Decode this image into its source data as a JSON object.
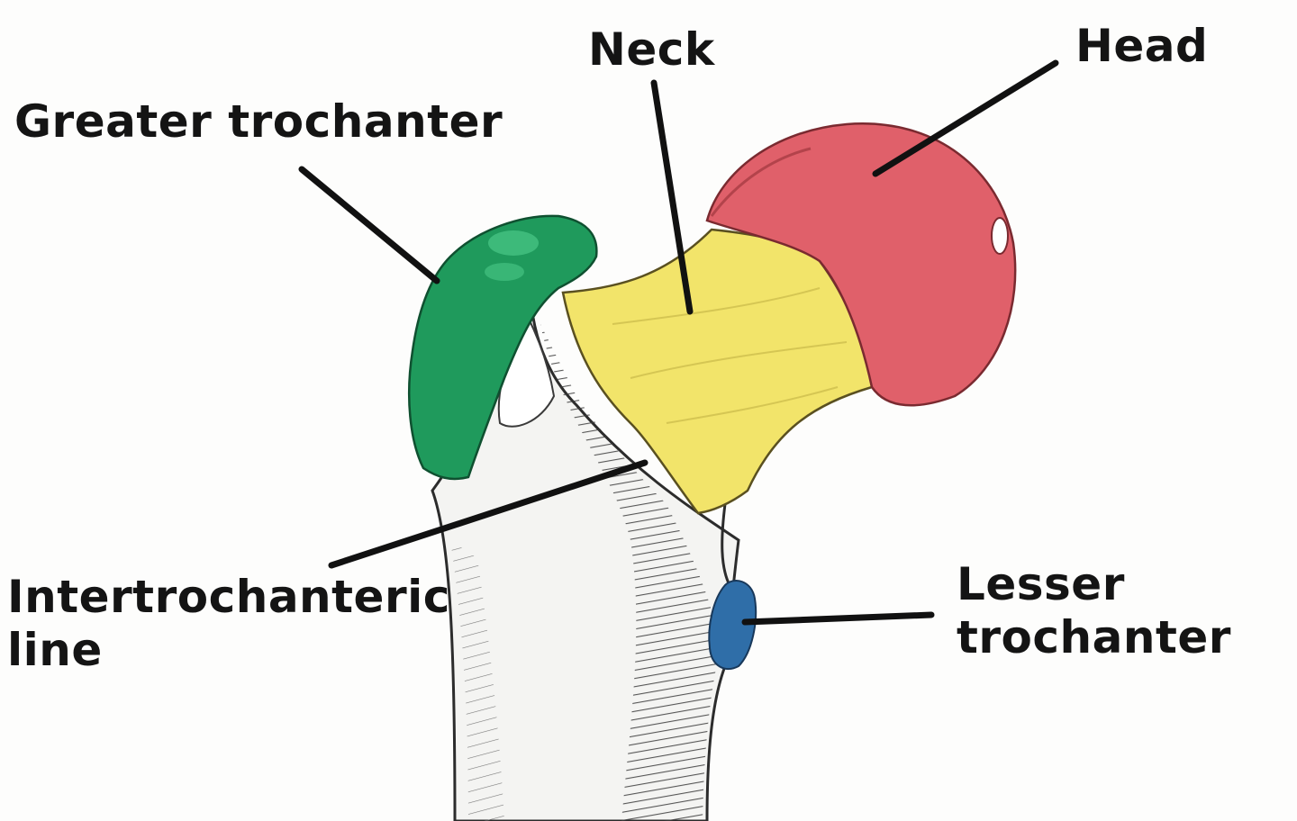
{
  "labels": {
    "greater_trochanter": "Greater trochanter",
    "neck": "Neck",
    "head": "Head",
    "intertrochanteric_line_1": "Intertrochanteric",
    "intertrochanteric_line_2": "line",
    "lesser_trochanter_1": "Lesser",
    "lesser_trochanter_2": "trochanter"
  },
  "colors": {
    "head": "#e0606a",
    "neck": "#f2e46a",
    "greater_trochanter": "#1f9a5c",
    "lesser_trochanter": "#2f6ea8",
    "bone_shading": "#2a2a2a",
    "leader_lines": "#111111"
  }
}
